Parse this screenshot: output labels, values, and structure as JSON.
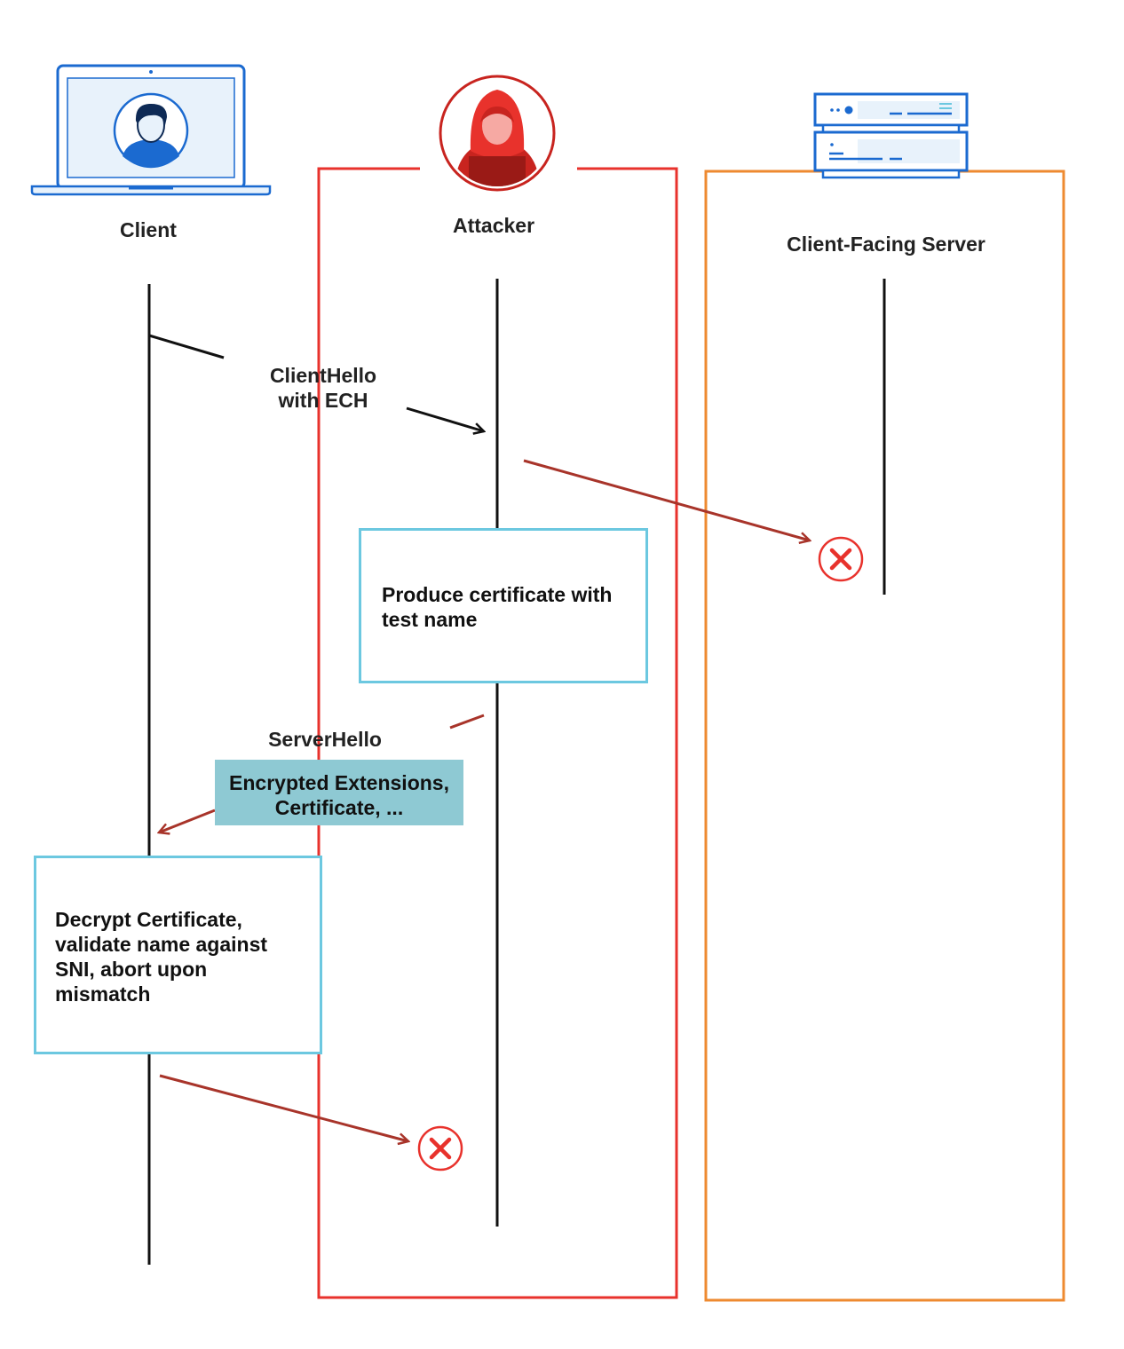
{
  "actors": {
    "client": {
      "label": "Client",
      "icon": "laptop-user-icon"
    },
    "attacker": {
      "label": "Attacker",
      "icon": "hooded-attacker-icon"
    },
    "server": {
      "label": "Client-Facing Server",
      "icon": "server-rack-icon"
    }
  },
  "messages": {
    "client_hello": {
      "line1": "ClientHello",
      "line2": "with ECH"
    },
    "server_hello": {
      "label": "ServerHello"
    },
    "encrypted_payload": {
      "line1": "Encrypted Extensions,",
      "line2": "Certificate, ..."
    }
  },
  "notes": {
    "attacker_note": "Produce certificate with test name",
    "client_note": "Decrypt Certificate, validate name against SNI, abort upon mismatch"
  },
  "colors": {
    "attacker_region": "#e8322c",
    "server_region": "#ee8a30",
    "message_arrow": "#a8342a",
    "note_border": "#6cc8e0",
    "payload_fill": "#8ec9d3",
    "client_icon": "#1b6ad0",
    "fail_marker": "#e8322c"
  }
}
